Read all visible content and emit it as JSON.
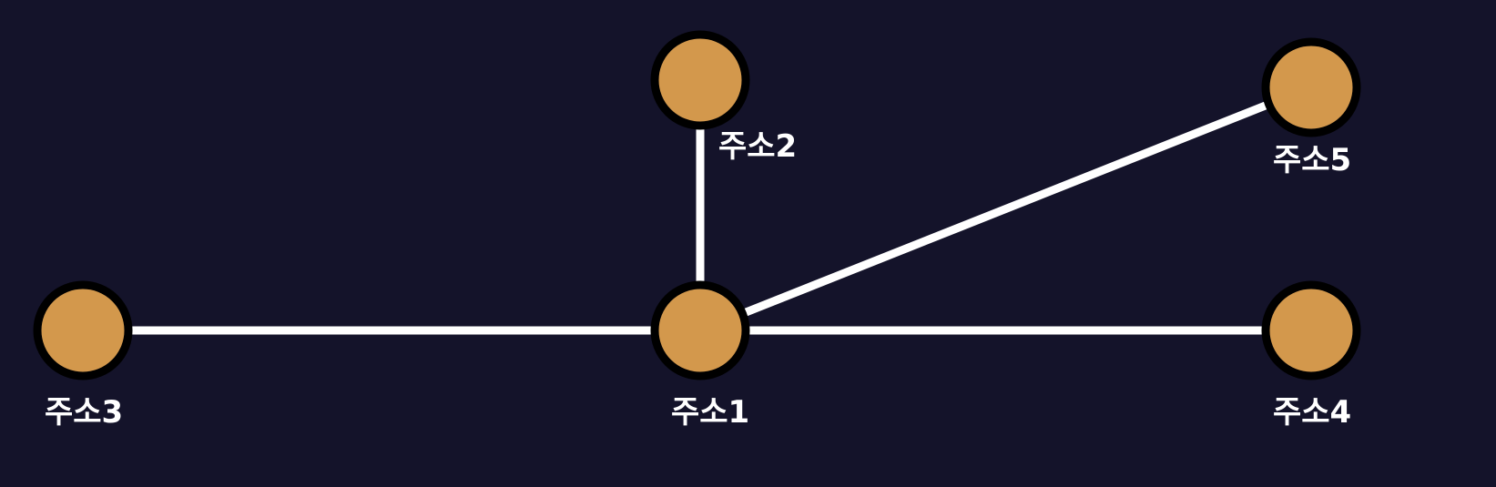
{
  "colors": {
    "background": "#14132a",
    "node_fill": "#d3984c",
    "node_stroke": "#000000",
    "edge": "#ffffff",
    "label": "#ffffff"
  },
  "diagram": {
    "nodes": [
      {
        "id": "n1",
        "label": "주소1"
      },
      {
        "id": "n2",
        "label": "주소2"
      },
      {
        "id": "n3",
        "label": "주소3"
      },
      {
        "id": "n4",
        "label": "주소4"
      },
      {
        "id": "n5",
        "label": "주소5"
      }
    ],
    "edges": [
      {
        "from": "n1",
        "to": "n2"
      },
      {
        "from": "n1",
        "to": "n3"
      },
      {
        "from": "n1",
        "to": "n4"
      },
      {
        "from": "n1",
        "to": "n5"
      }
    ]
  }
}
